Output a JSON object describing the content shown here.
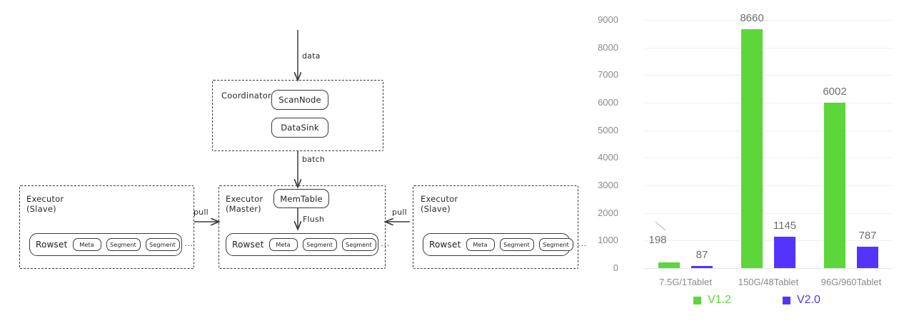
{
  "diagram": {
    "coordinator": {
      "title": "Coordinator",
      "nodes": [
        {
          "label": "ScanNode"
        },
        {
          "label": "DataSink"
        }
      ]
    },
    "executor_master": {
      "title": "Executor\n(Master)",
      "memtable_label": "MemTable",
      "flush_label": "Flush",
      "rowset": {
        "label": "Rowset",
        "chips": [
          "Meta",
          "Segment",
          "Segment"
        ],
        "ellipsis": "..."
      }
    },
    "executor_slave_left": {
      "title": "Executor\n(Slave)",
      "rowset": {
        "label": "Rowset",
        "chips": [
          "Meta",
          "Segment",
          "Segment"
        ],
        "ellipsis": "..."
      }
    },
    "executor_slave_right": {
      "title": "Executor\n(Slave)",
      "rowset": {
        "label": "Rowset",
        "chips": [
          "Meta",
          "Segment",
          "Segment"
        ],
        "ellipsis": "..."
      }
    },
    "arrows": {
      "data": "data",
      "batch": "batch",
      "pull_left": "pull",
      "pull_right": "pull"
    }
  },
  "chart_data": {
    "type": "bar",
    "title": "",
    "xlabel": "",
    "ylabel": "",
    "ylim": [
      0,
      9000
    ],
    "yticks": [
      0,
      1000,
      2000,
      3000,
      4000,
      5000,
      6000,
      7000,
      8000,
      9000
    ],
    "grid": true,
    "legend_position": "bottom",
    "categories": [
      "7.5G/1Tablet",
      "150G/48Tablet",
      "96G/960Tablet"
    ],
    "series": [
      {
        "name": "V1.2",
        "color": "#5CD63A",
        "values": [
          198,
          8660,
          6002
        ]
      },
      {
        "name": "V2.0",
        "color": "#5533FF",
        "values": [
          87,
          1145,
          787
        ]
      }
    ]
  }
}
